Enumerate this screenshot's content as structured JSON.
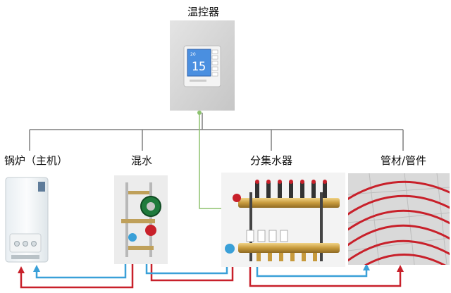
{
  "nodes": {
    "thermostat": {
      "label": "温控器",
      "temperature": "15",
      "setpoint": "20"
    },
    "boiler": {
      "label": "锅炉（主机）"
    },
    "mixing": {
      "label": "混水"
    },
    "manifold": {
      "label": "分集水器"
    },
    "pipes": {
      "label": "管材/管件"
    }
  },
  "colors": {
    "tree_line": "#7f7f7f",
    "control_line": "#8dc26f",
    "supply_line": "#c8202a",
    "return_line": "#3aa0d8"
  }
}
